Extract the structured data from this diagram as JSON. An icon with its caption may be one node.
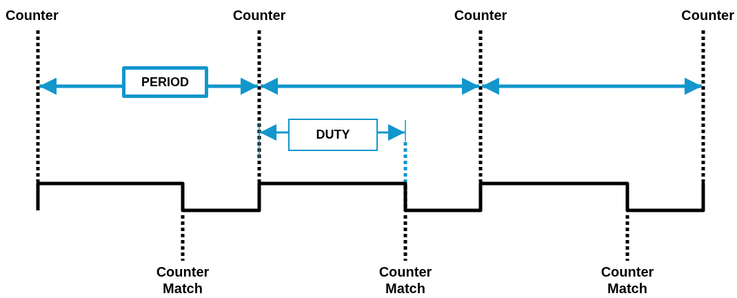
{
  "diagram": {
    "nodes": [
      {
        "text": [
          "PERIOD"
        ]
      },
      {
        "text": [
          "DUTY"
        ]
      }
    ],
    "labels": [
      "Counter",
      "Counter",
      "Counter",
      "Counter",
      "Counter Match",
      "Counter Match",
      "Counter Match"
    ]
  }
}
